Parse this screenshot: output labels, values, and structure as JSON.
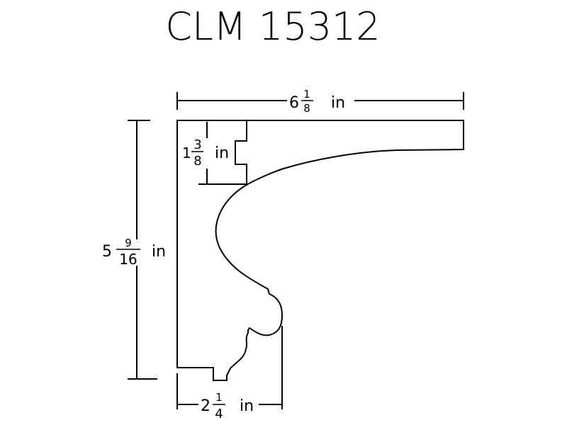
{
  "title": "CLM 15312",
  "dimensions": {
    "width": {
      "whole": "6",
      "num": "1",
      "den": "8",
      "unit": "in"
    },
    "height": {
      "whole": "5",
      "num": "9",
      "den": "16",
      "unit": "in"
    },
    "top_step": {
      "whole": "1",
      "num": "3",
      "den": "8",
      "unit": "in"
    },
    "base": {
      "whole": "2",
      "num": "1",
      "den": "4",
      "unit": "in"
    }
  }
}
